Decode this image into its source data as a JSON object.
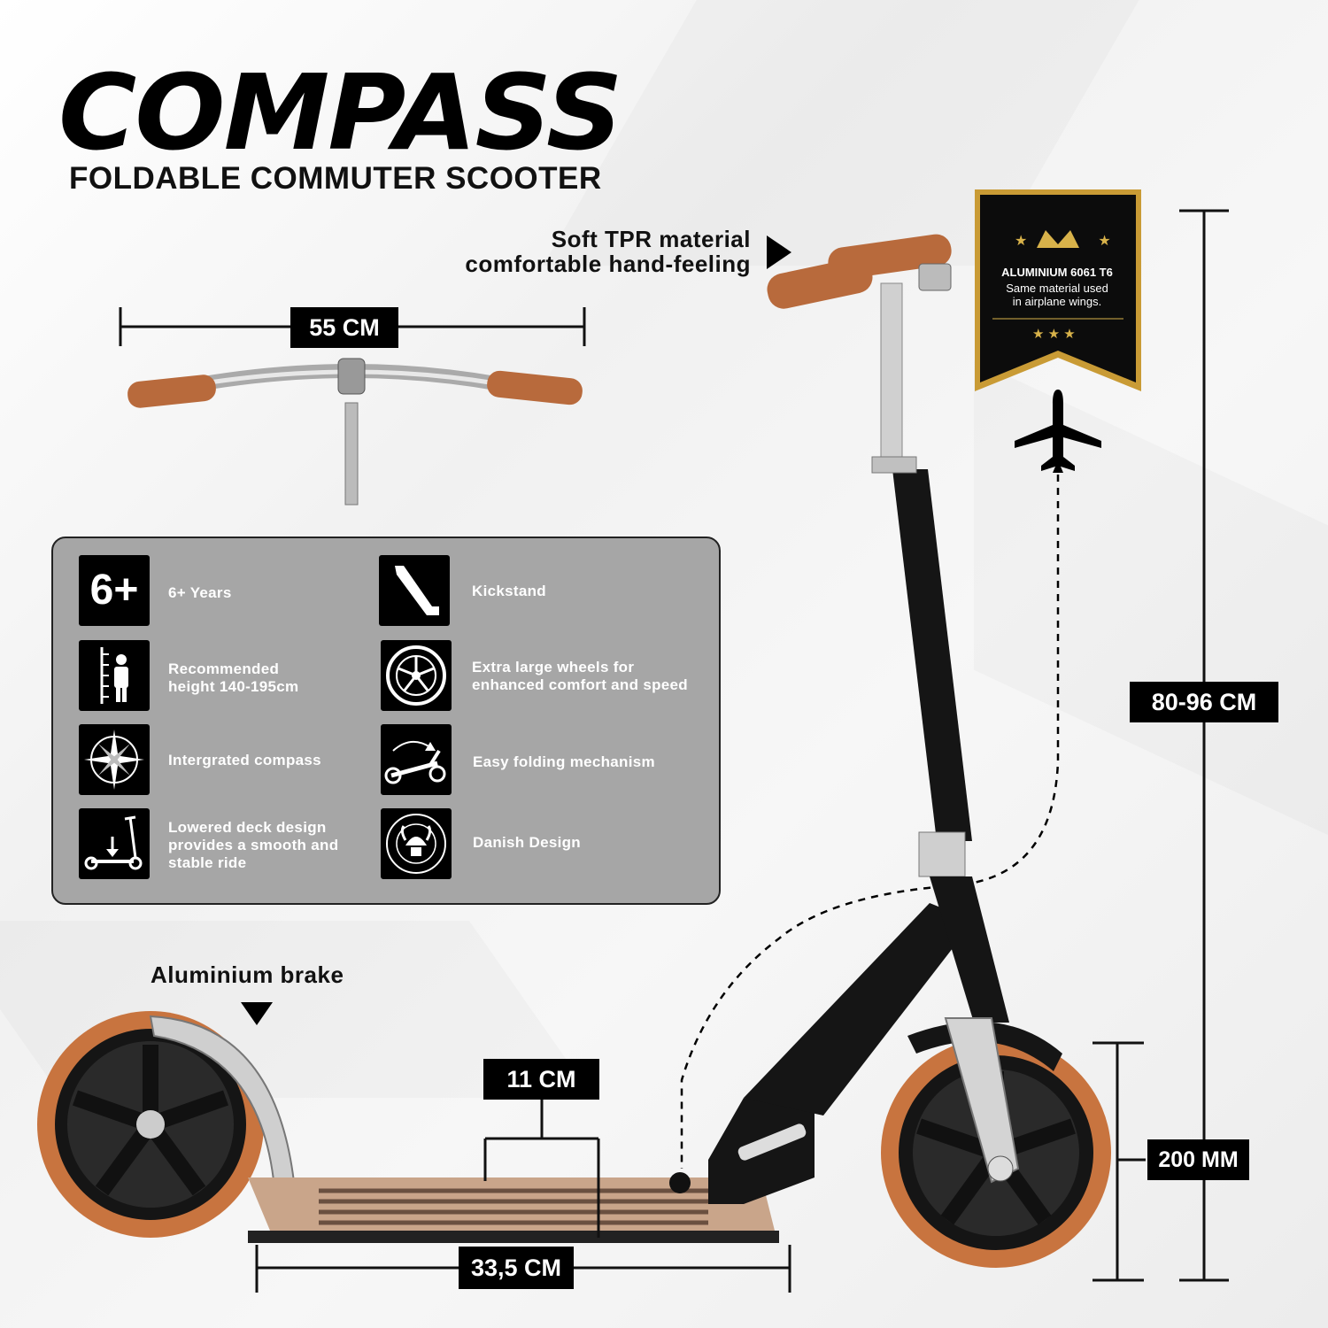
{
  "brand": {
    "title": "COMPASS",
    "subtitle": "FOLDABLE COMMUTER SCOOTER"
  },
  "dimensions": {
    "handlebar_width": "55 CM",
    "deck_width": "11 CM",
    "deck_length": "33,5 CM",
    "height": "80-96 CM",
    "wheel_size": "200 MM"
  },
  "callouts": {
    "grip_line1": "Soft TPR material",
    "grip_line2": "comfortable hand-feeling",
    "brake": "Aluminium brake"
  },
  "badge": {
    "line1": "ALUMINIUM 6061 T6",
    "line2": "Same material used",
    "line3": "in airplane wings."
  },
  "features": [
    {
      "icon": "age-6-plus-icon",
      "icon_text": "6+",
      "label": "6+ Years"
    },
    {
      "icon": "kickstand-icon",
      "label": "Kickstand"
    },
    {
      "icon": "height-chart-icon",
      "label": "Recommended\nheight 140-195cm"
    },
    {
      "icon": "wheel-icon",
      "label": "Extra large wheels for\nenhanced comfort and speed"
    },
    {
      "icon": "compass-icon",
      "label": "Intergrated compass"
    },
    {
      "icon": "folding-icon",
      "label": "Easy folding mechanism"
    },
    {
      "icon": "lowered-deck-icon",
      "label": "Lowered deck design\nprovides a smooth and\nstable ride"
    },
    {
      "icon": "danish-design-icon",
      "label": "Danish Design"
    }
  ],
  "colors": {
    "grip": "#b86a3c",
    "wheel": "#c8743f",
    "frame": "#161616",
    "deck": "#c9a58a",
    "badge_gold": "#d8b24a"
  }
}
